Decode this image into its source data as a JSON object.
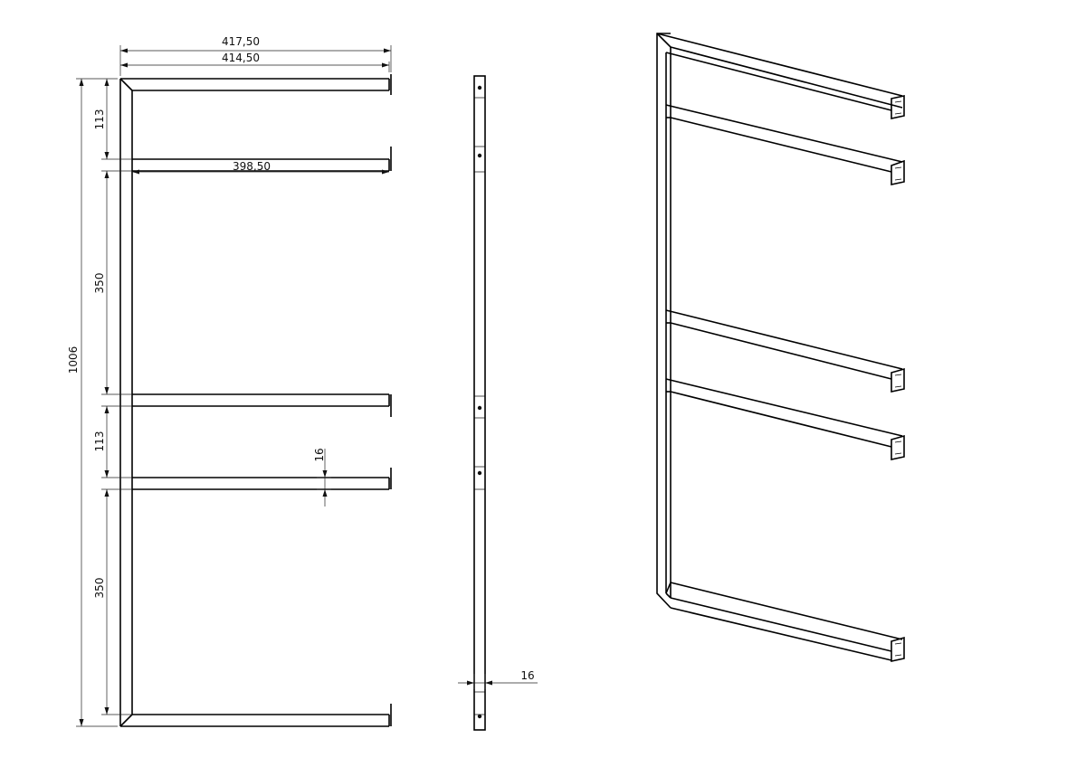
{
  "dimensions": {
    "overall_width": "417,50",
    "inner_width": "414,50",
    "shelf_width": "398,50",
    "total_height": "1006",
    "top_gap": "113",
    "upper_span": "350",
    "middle_gap": "113",
    "lower_span": "350",
    "tube_thickness_front": "16",
    "tube_thickness_side": "16"
  }
}
